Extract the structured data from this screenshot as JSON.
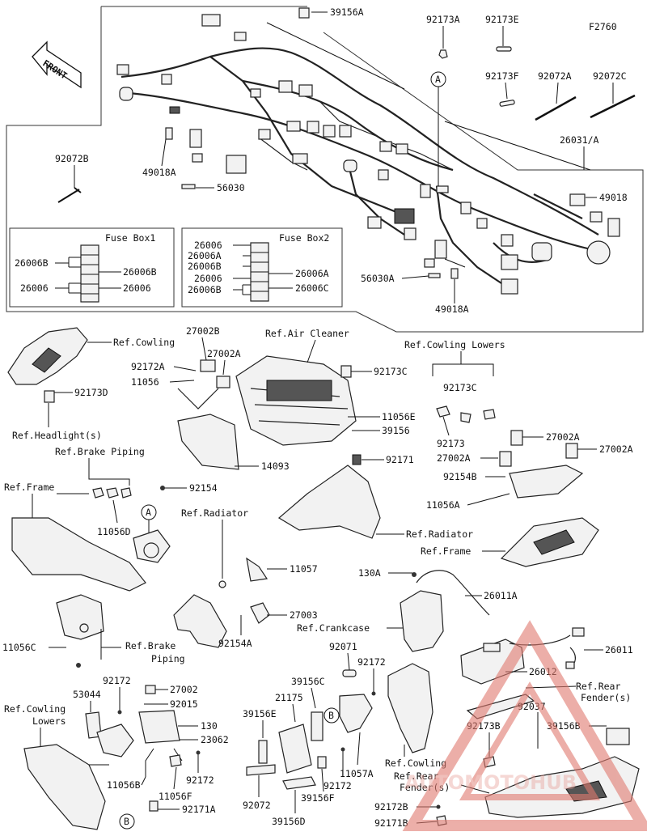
{
  "figure_code": "F2760",
  "front_label": "FRONT",
  "watermark": "AUTOMOTOHUB",
  "callouts": {
    "c39156A": "39156A",
    "c92173A": "92173A",
    "c92173E": "92173E",
    "c92173F": "92173F",
    "c92072A": "92072A",
    "c92072C": "92072C",
    "c26031A": "26031/A",
    "c92072B": "92072B",
    "c49018A_top": "49018A",
    "c56030": "56030",
    "c49018": "49018",
    "c56030A": "56030A",
    "c49018A_bottom": "49018A",
    "cA_harness": "A",
    "cA_lower": "A",
    "cB_left": "B",
    "cB_middle": "B"
  },
  "fuse_box_1": {
    "title": "Fuse Box1",
    "labels": [
      "26006B",
      "26006B",
      "26006",
      "26006"
    ]
  },
  "fuse_box_2": {
    "title": "Fuse Box2",
    "labels": [
      "26006",
      "26006A",
      "26006B",
      "26006",
      "26006B",
      "26006A",
      "26006C"
    ]
  },
  "parts_labels": {
    "ref_cowling": "Ref.Cowling",
    "c92173D": "92173D",
    "ref_headlight": "Ref.Headlight(s)",
    "c27002B": "27002B",
    "c27002A_top": "27002A",
    "c92172A": "92172A",
    "c11056": "11056",
    "c14093": "14093",
    "ref_air_cleaner": "Ref.Air Cleaner",
    "c92173C_top": "92173C",
    "c11056E": "11056E",
    "c39156": "39156",
    "ref_cowling_lowers_top": "Ref.Cowling Lowers",
    "c92173C_right": "92173C",
    "c92173": "92173",
    "c27002A_right1": "27002A",
    "c27002A_right2": "27002A",
    "c27002A_right3": "27002A",
    "c92154B": "92154B",
    "c11056A": "11056A",
    "ref_frame_right": "Ref.Frame",
    "ref_brake_piping_top": "Ref.Brake Piping",
    "ref_frame_left": "Ref.Frame",
    "c92154": "92154",
    "c11056D": "11056D",
    "c92171": "92171",
    "ref_radiator_right": "Ref.Radiator",
    "ref_radiator_mid": "Ref.Radiator",
    "c11057": "11057",
    "c27003": "27003",
    "c92154A": "92154A",
    "c11056C": "11056C",
    "ref_brake_piping_bottom_1": "Ref.Brake",
    "ref_brake_piping_bottom_2": "Piping",
    "c130A": "130A",
    "c26011A": "26011A",
    "ref_crankcase": "Ref.Crankcase",
    "c26011": "26011",
    "c26012": "26012",
    "ref_rear_fender_1_a": "Ref.Rear",
    "ref_rear_fender_1_b": "Fender(s)",
    "c92037": "92037",
    "c39156B": "39156B",
    "c92173B": "92173B",
    "c92071": "92071",
    "c92172_mid": "92172",
    "c39156C": "39156C",
    "c21175": "21175",
    "c39156E": "39156E",
    "c92072": "92072",
    "c39156D": "39156D",
    "c39156F": "39156F",
    "c92172_low": "92172",
    "c11057A": "11057A",
    "ref_cowling_bottom": "Ref.Cowling",
    "ref_rear_fender_2_a": "Ref.Rear",
    "ref_rear_fender_2_b": "Fender(s)",
    "c92172B": "92172B",
    "c92171B": "92171B",
    "c92172_left": "92172",
    "c53044": "53044",
    "ref_cowling_lowers_bottom_1": "Ref.Cowling",
    "ref_cowling_lowers_bottom_2": "Lowers",
    "c27002": "27002",
    "c92015": "92015",
    "c130": "130",
    "c23062": "23062",
    "c11056B": "11056B",
    "c11056F": "11056F",
    "c92172_bl": "92172",
    "c92171A": "92171A"
  }
}
